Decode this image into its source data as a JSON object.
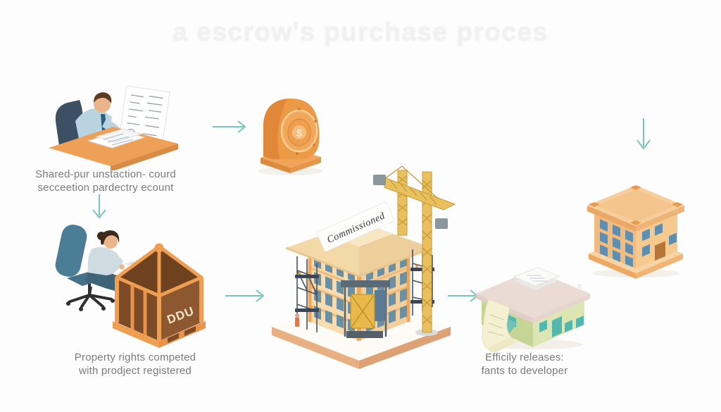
{
  "title": "a escrow's purchase proces",
  "palette": {
    "background": "#fdfdfd",
    "arrow_teal": "#74c7b8",
    "orange": "#ef9c4a",
    "caption_gray": "#7a7a7a"
  },
  "step1": {
    "caption_line1": "Shared-pur unstaction- courd",
    "caption_line2": "secceetion pardectry ecount"
  },
  "escrow_safe": {
    "currency_symbol": "$"
  },
  "step2": {
    "caption_line1": "Property rights competed",
    "caption_line2": "with prodject registered",
    "crate_label": "DDU"
  },
  "step3": {
    "banner_label": "Commissioned"
  },
  "step4": {
    "caption_line1": "Efficily releases:",
    "caption_line2": "fants to developer"
  }
}
